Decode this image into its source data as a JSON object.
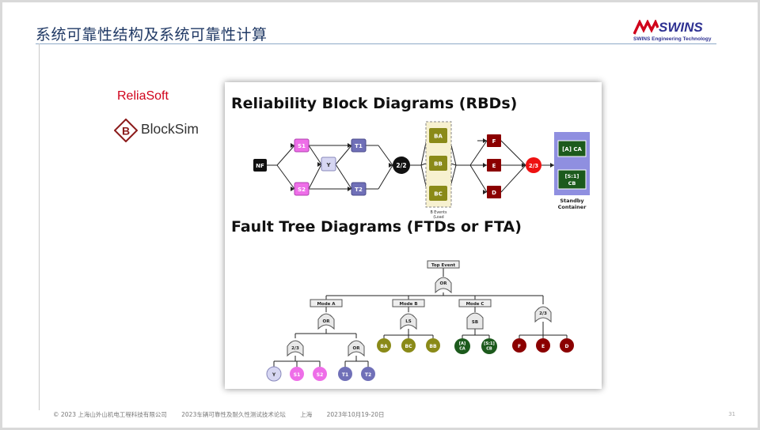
{
  "slide": {
    "title": "系统可靠性结构及系统可靠性计算",
    "page_number": "31"
  },
  "logo": {
    "name": "SWINS",
    "tagline": "SWINS Engineering Technology"
  },
  "left": {
    "reliasoft": "ReliaSoft",
    "blocksim_letter": "B",
    "blocksim": "BlockSim"
  },
  "figure": {
    "rbd_heading": "Reliability Block Diagrams (RBDs)",
    "fta_heading": "Fault Tree Diagrams (FTDs or FTA)",
    "rbd": {
      "start": "NF",
      "s1": "S1",
      "s2": "S2",
      "y": "Y",
      "t1": "T1",
      "t2": "T2",
      "node_22": "2/2",
      "ba": "BA",
      "bb": "BB",
      "bc": "BC",
      "b_events_line1": "B Events",
      "b_events_line2": "(Load",
      "f": "F",
      "e": "E",
      "d": "D",
      "node_23": "2/3",
      "ca": "[A] CA",
      "cb_line1": "[S:1]",
      "cb_line2": "CB",
      "standby_line1": "Standby",
      "standby_line2": "Container"
    },
    "fta": {
      "top_event": "Top Event",
      "top_gate": "OR",
      "mode_a": "Mode A",
      "mode_b": "Mode B",
      "mode_c": "Mode C",
      "gate_a": "OR",
      "gate_b": "LS",
      "gate_c": "SB",
      "gate_23_right": "2/3",
      "gate_23_left": "2/3",
      "gate_or_left": "OR",
      "ba": "BA",
      "bb": "BB",
      "bc": "BC",
      "ca_line1": "[A]",
      "ca_line2": "CA",
      "cb_line1": "[S:1]",
      "cb_line2": "CB",
      "f": "F",
      "e": "E",
      "d": "D",
      "y": "Y",
      "s1": "S1",
      "s2": "S2",
      "t1": "T1",
      "t2": "T2"
    }
  },
  "footer": {
    "copyright": "© 2023 上海山外山机电工程科技有限公司",
    "forum": "2023车辆可靠性及耐久性测试技术论坛",
    "city": "上海",
    "date": "2023年10月19-20日"
  }
}
